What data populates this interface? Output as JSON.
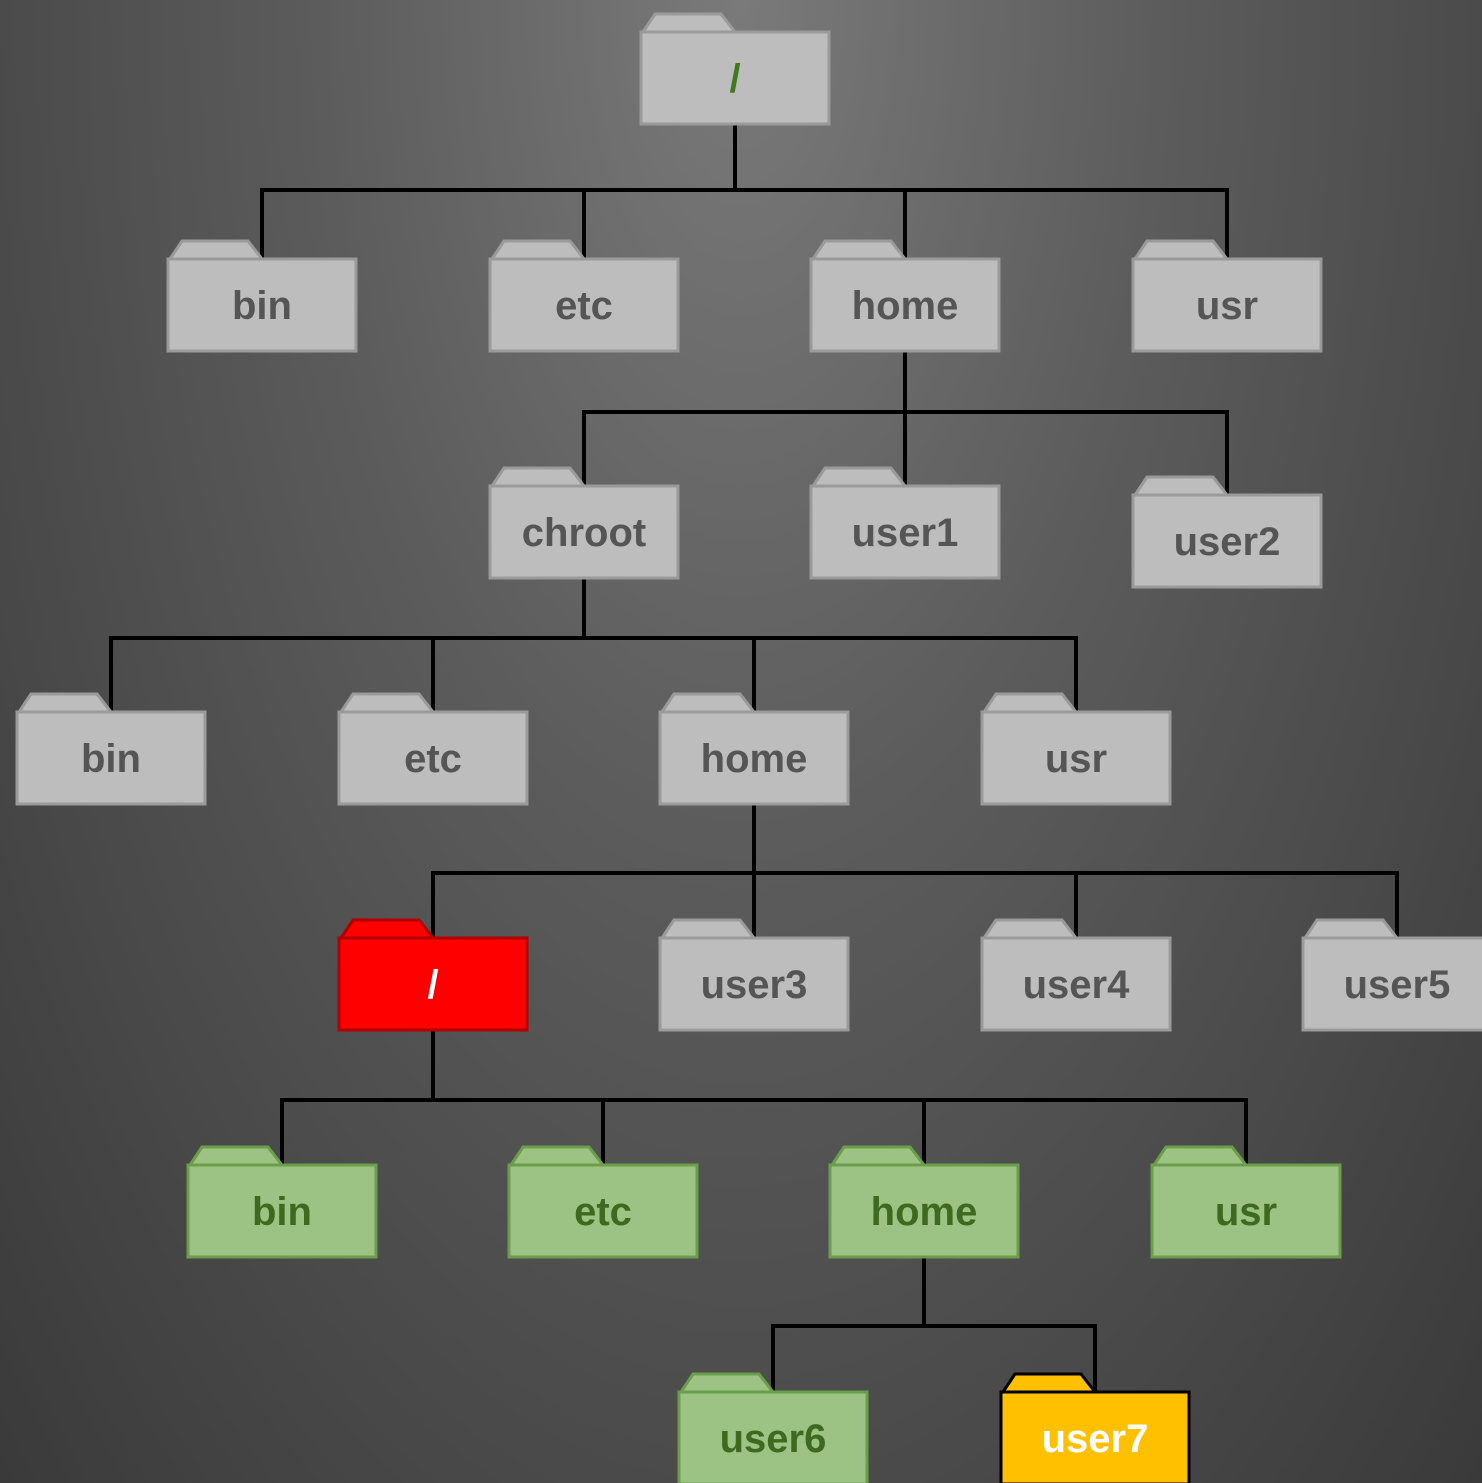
{
  "colors": {
    "gray": {
      "fill": "#bdbdbd",
      "stroke": "#9a9a9a",
      "text": "#555555"
    },
    "red": {
      "fill": "#ff0000",
      "stroke": "#b30000",
      "text": "#ffffff"
    },
    "green": {
      "fill": "#9dc384",
      "stroke": "#6a9e4a",
      "text": "#3e6a1f"
    },
    "yellow": {
      "fill": "#ffc000",
      "stroke": "#000000",
      "text": "#ffffff"
    },
    "root_text": "#3f7a1e",
    "connector": "#000000"
  },
  "nodes": [
    {
      "id": "root",
      "label": "/",
      "color": "gray",
      "text_color": "root_text"
    },
    {
      "id": "bin",
      "label": "bin",
      "color": "gray",
      "parent": "root"
    },
    {
      "id": "etc",
      "label": "etc",
      "color": "gray",
      "parent": "root"
    },
    {
      "id": "home",
      "label": "home",
      "color": "gray",
      "parent": "root"
    },
    {
      "id": "usr",
      "label": "usr",
      "color": "gray",
      "parent": "root"
    },
    {
      "id": "chroot",
      "label": "chroot",
      "color": "gray",
      "parent": "home"
    },
    {
      "id": "user1",
      "label": "user1",
      "color": "gray",
      "parent": "home"
    },
    {
      "id": "user2",
      "label": "user2",
      "color": "gray",
      "parent": "home"
    },
    {
      "id": "c-bin",
      "label": "bin",
      "color": "gray",
      "parent": "chroot"
    },
    {
      "id": "c-etc",
      "label": "etc",
      "color": "gray",
      "parent": "chroot"
    },
    {
      "id": "c-home",
      "label": "home",
      "color": "gray",
      "parent": "chroot"
    },
    {
      "id": "c-usr",
      "label": "usr",
      "color": "gray",
      "parent": "chroot"
    },
    {
      "id": "jail-root",
      "label": "/",
      "color": "red",
      "parent": "c-home"
    },
    {
      "id": "user3",
      "label": "user3",
      "color": "gray",
      "parent": "c-home"
    },
    {
      "id": "user4",
      "label": "user4",
      "color": "gray",
      "parent": "c-home"
    },
    {
      "id": "user5",
      "label": "user5",
      "color": "gray",
      "parent": "c-home"
    },
    {
      "id": "j-bin",
      "label": "bin",
      "color": "green",
      "parent": "jail-root"
    },
    {
      "id": "j-etc",
      "label": "etc",
      "color": "green",
      "parent": "jail-root"
    },
    {
      "id": "j-home",
      "label": "home",
      "color": "green",
      "parent": "jail-root"
    },
    {
      "id": "j-usr",
      "label": "usr",
      "color": "green",
      "parent": "jail-root"
    },
    {
      "id": "user6",
      "label": "user6",
      "color": "green",
      "parent": "j-home"
    },
    {
      "id": "user7",
      "label": "user7",
      "color": "yellow",
      "parent": "j-home"
    }
  ]
}
